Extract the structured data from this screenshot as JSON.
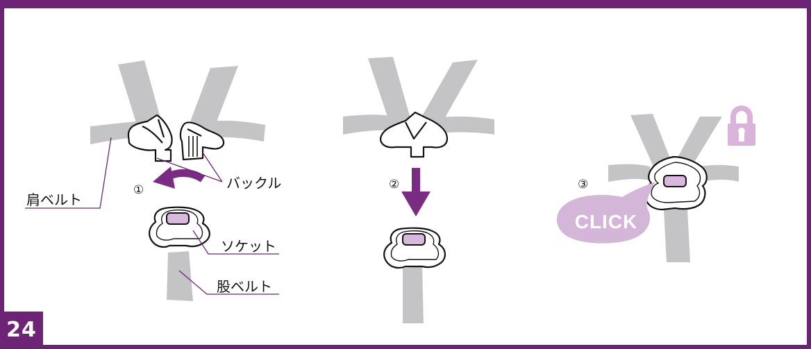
{
  "page_number": "24",
  "labels": {
    "shoulder_belt": "肩ベルト",
    "buckle": "バックル",
    "socket": "ソケット",
    "crotch_belt": "股ベルト"
  },
  "steps": [
    "①",
    "②",
    "③"
  ],
  "click_text": "CLICK",
  "colors": {
    "frame": "#6e2475",
    "strap": "#c4c4c6",
    "accent": "#7a2b82",
    "socket_window": "#d9b8de",
    "click_bubble": "#d3b6d8",
    "lock": "#d9b3da"
  },
  "icons": [
    "rotate-arrow-icon",
    "down-arrow-icon",
    "lock-icon"
  ]
}
